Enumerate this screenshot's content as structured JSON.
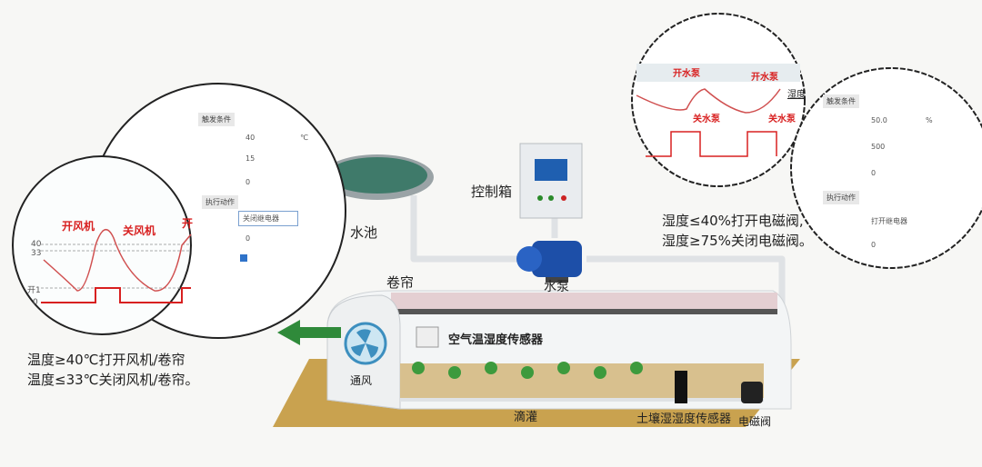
{
  "labels": {
    "control_box": "控制箱",
    "pool": "水池",
    "pump": "水泵",
    "curtain": "卷帘",
    "air_sensor": "空气温湿度传感器",
    "ventilation": "通风",
    "drip": "滴灌",
    "soil_sensor": "土壤湿湿度传感器",
    "valve": "电磁阀"
  },
  "captions": {
    "left": [
      "温度≥40℃打开风机/卷帘",
      "温度≤33℃关闭风机/卷帘。"
    ],
    "right": [
      "湿度≤40%打开电磁阀,",
      "湿度≥75%关闭电磁阀。"
    ]
  },
  "left_chart": {
    "annotations": [
      "开风机",
      "关风机",
      "开"
    ],
    "ticks": [
      "40",
      "33",
      "开1",
      "0"
    ]
  },
  "left_panel": {
    "section1": "触发条件",
    "threshold": "40",
    "unit": "℃",
    "stable_time": "15",
    "other": "0",
    "section2": "执行动作",
    "action": "关闭继电器",
    "delay": "0"
  },
  "right_chart": {
    "annotations": [
      "开水泵",
      "开水泵",
      "关水泵",
      "关水泵"
    ],
    "series_label": "湿度"
  },
  "right_panel": {
    "section1": "触发条件",
    "threshold": "50.0",
    "unit": "%",
    "stable_time": "500",
    "other": "0",
    "section2": "执行动作",
    "action": "打开继电器",
    "delay": "0"
  },
  "colors": {
    "accent_red": "#d82020",
    "pipe": "#e6e8ea",
    "pump": "#1d4fa8",
    "fan": "#3d8fbf",
    "arrow": "#2f8a3a",
    "soil": "#c9a24f"
  }
}
